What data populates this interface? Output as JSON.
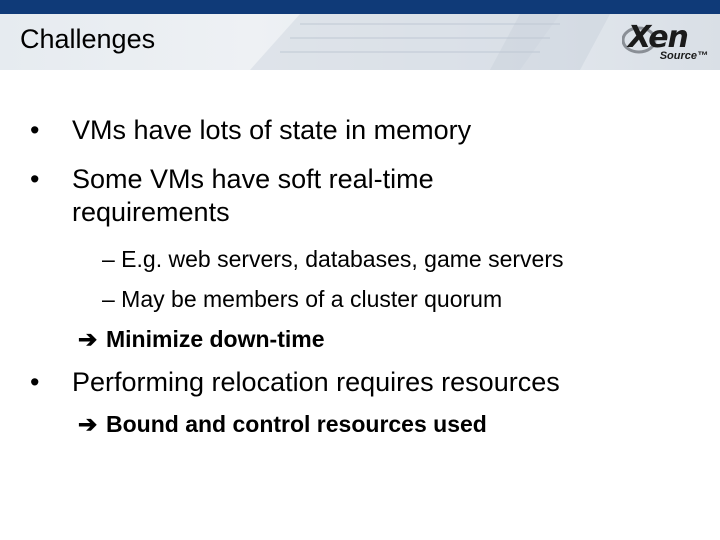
{
  "slide": {
    "title": "Challenges",
    "logo": {
      "name": "Xen",
      "subtext": "Source™"
    },
    "bullets": [
      {
        "text": "VMs have lots of state in memory"
      },
      {
        "text": "Some VMs have soft real-time requirements",
        "subitems": [
          {
            "text": "– E.g. web servers, databases, game servers"
          },
          {
            "text": "– May be members of a cluster quorum"
          }
        ],
        "conclusion": {
          "arrow": "➔",
          "text": "Minimize down-time"
        }
      },
      {
        "text": "Performing relocation requires resources",
        "conclusion": {
          "arrow": "➔",
          "text": "Bound and control resources used"
        }
      }
    ],
    "bullet_symbol": "•",
    "colors": {
      "top_bar": "#0f3a78",
      "header_bg": "#e6ebf0",
      "text": "#000000"
    }
  }
}
